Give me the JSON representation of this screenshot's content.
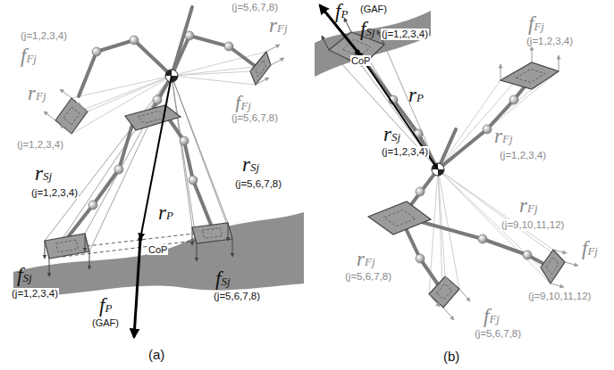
{
  "diagram": {
    "labels": [
      "(j=5,6,7,8)",
      "rFj",
      "(j=1,2,3,4)",
      "fFj",
      "rFj",
      "(j=1,2,3,4)",
      "fFj",
      "(j=5,6,7,8)",
      "rSj",
      "(j=1,2,3,4)",
      "rSj",
      "(j=5,6,7,8)",
      "rP",
      "CoP",
      "fSj",
      "(j=1,2,3,4)",
      "fP",
      "(GAF)",
      "fSj",
      "(j=5,6,7,8)",
      "(a)",
      "fP",
      "(GAF)",
      "fSj",
      "(j=1,2,3,4)",
      "CoP",
      "rP",
      "rSj",
      "(j=1,2,3,4)",
      "fFj",
      "(j=1,2,3,4)",
      "rFj",
      "(j=1,2,3,4)",
      "rFj",
      "(j=9,10,11,12)",
      "rFj",
      "(j=5,6,7,8)",
      "fFj",
      "(j=9,10,11,12)",
      "fFj",
      "(j=5,6,7,8)",
      "(b)"
    ]
  }
}
